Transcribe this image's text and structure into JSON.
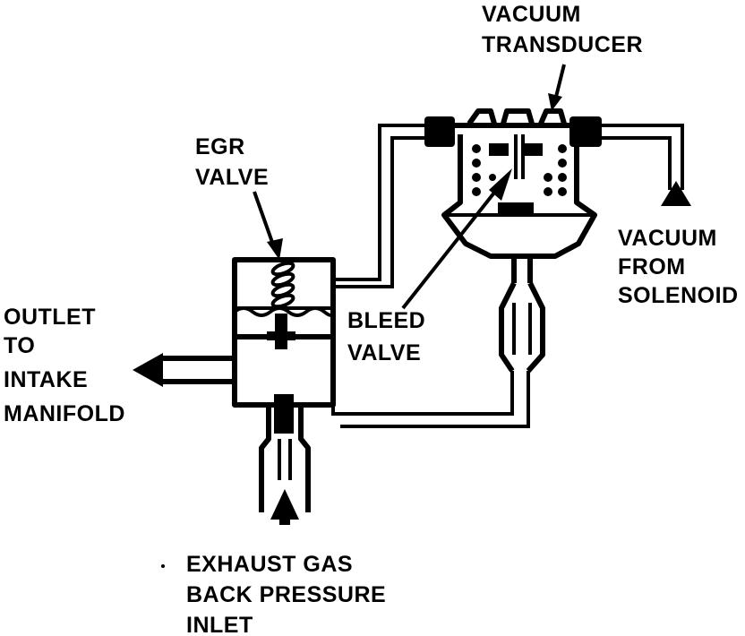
{
  "labels": {
    "vacuum_transducer": [
      "VACUUM",
      "TRANSDUCER"
    ],
    "egr_valve": [
      "EGR",
      "VALVE"
    ],
    "vacuum_from_solenoid": [
      "VACUUM",
      "FROM",
      "SOLENOID"
    ],
    "outlet_to_intake": [
      "OUTLET",
      "TO",
      "INTAKE",
      "MANIFOLD"
    ],
    "bleed_valve": [
      "BLEED",
      "VALVE"
    ],
    "exhaust_inlet": [
      "EXHAUST GAS",
      "BACK PRESSURE",
      "INLET"
    ]
  },
  "colors": {
    "ink": "#000000",
    "paper": "#ffffff"
  }
}
